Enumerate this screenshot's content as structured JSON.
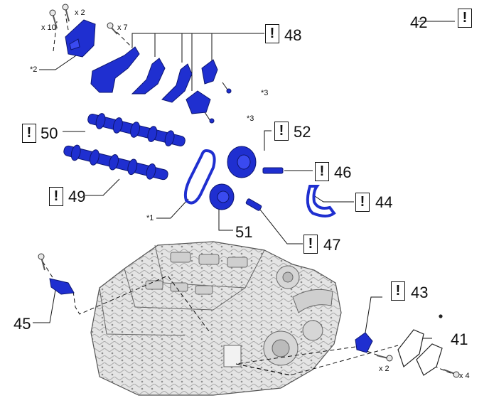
{
  "callouts": {
    "c41": "41",
    "c42": "42",
    "c43": "43",
    "c44": "44",
    "c45": "45",
    "c46": "46",
    "c47": "47",
    "c48": "48",
    "c49": "49",
    "c50": "50",
    "c51": "51",
    "c52": "52"
  },
  "notes": {
    "star1": "*1",
    "star2": "*2",
    "star3a": "*3",
    "star3b": "*3"
  },
  "quantities": {
    "x10": "x 10",
    "x2_top": "x 2",
    "x7": "x 7",
    "x2_bottom": "x 2",
    "x4": "x 4"
  },
  "warning_symbol": "!",
  "icons": [
    "caution-box-icon"
  ],
  "colors": {
    "part_blue": "#1f2fd0",
    "part_dark": "#0d1670",
    "line": "#111111",
    "engine_gray": "#9a9a9a"
  }
}
